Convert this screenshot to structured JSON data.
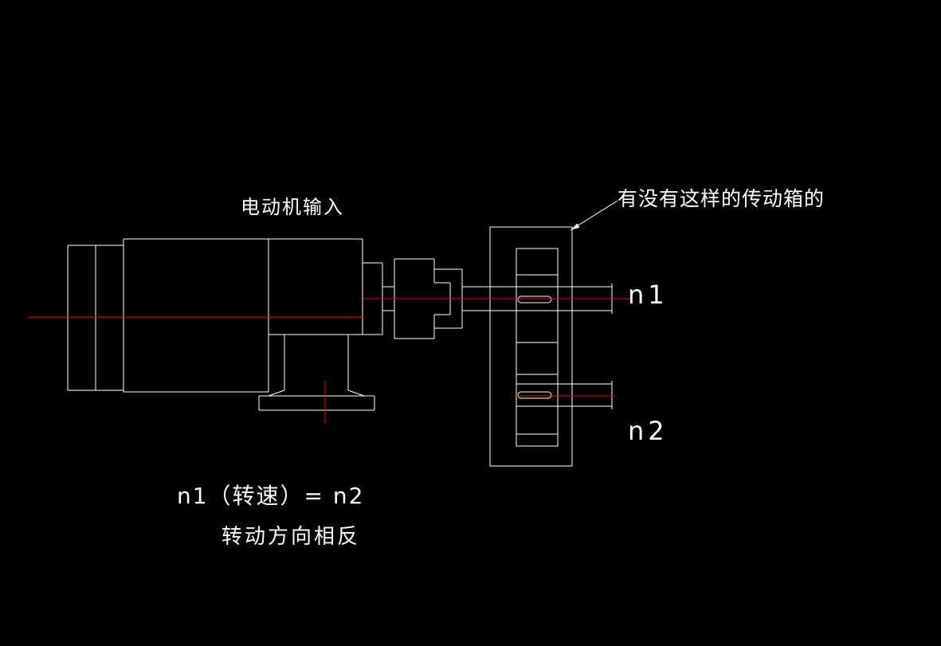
{
  "canvas": {
    "background": "#000000",
    "line_color": "#ffffff",
    "centerline_color": "#ff0000"
  },
  "labels": {
    "motor_input": "电动机输入",
    "question": "有没有这样的传动箱的",
    "n1": "n1",
    "n2": "n2",
    "speed_equation": "n1（转速）=  n2",
    "direction_note": "转动方向相反"
  }
}
